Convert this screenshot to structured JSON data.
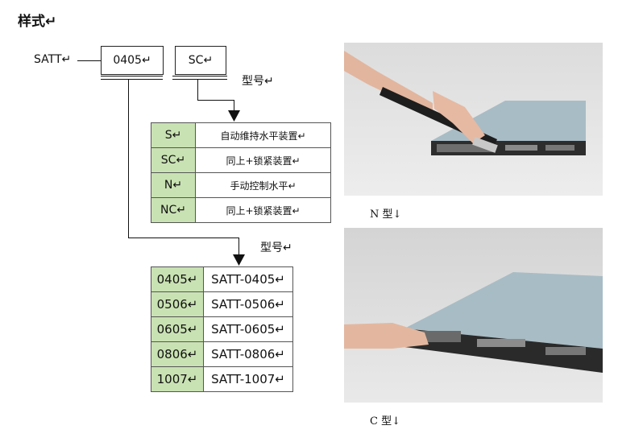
{
  "title": "样式↵",
  "prefix": "SATT↵",
  "code1": "0405↵",
  "code2": "SC↵",
  "type_label_1": "型号↵",
  "type_label_2": "型号↵",
  "mount_types": [
    {
      "code": "S↵",
      "desc": "自动维持水平装置↵"
    },
    {
      "code": "SC↵",
      "desc": "同上+锁紧装置↵"
    },
    {
      "code": "N↵",
      "desc": "手动控制水平↵"
    },
    {
      "code": "NC↵",
      "desc": "同上+锁紧装置↵"
    }
  ],
  "models": [
    {
      "code": "0405↵",
      "name": "SATT-0405↵"
    },
    {
      "code": "0506↵",
      "name": "SATT-0506↵"
    },
    {
      "code": "0605↵",
      "name": "SATT-0605↵"
    },
    {
      "code": "0806↵",
      "name": "SATT-0806↵"
    },
    {
      "code": "1007↵",
      "name": "SATT-1007↵"
    }
  ],
  "captions": {
    "n_type": "N 型↓",
    "c_type": "C 型↓"
  },
  "colors": {
    "key_cell": "#c9e2b3",
    "panel": "#9fb4bd"
  }
}
